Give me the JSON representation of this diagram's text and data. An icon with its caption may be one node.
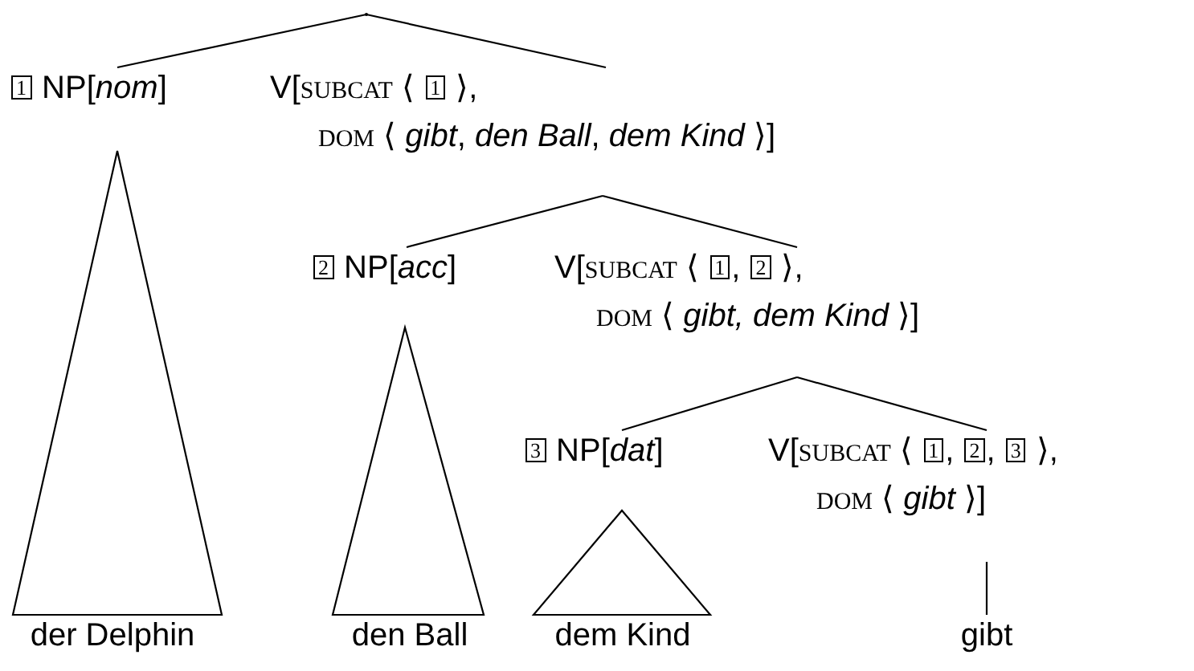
{
  "diagram": {
    "nodes": [
      {
        "text": [],
        "shape": "point"
      },
      {
        "text": [
          "1 NP[*nom*]"
        ]
      },
      {
        "text": [
          "V[SUBCAT ⟨ 1 ⟩,",
          "DOM ⟨ *gibt*, *den Ball*, *dem Kind* ⟩]"
        ]
      },
      {
        "text": [
          "2 NP[*acc*]"
        ]
      },
      {
        "text": [
          "V[SUBCAT ⟨ 1, 2 ⟩,",
          "DOM ⟨ *gibt, dem Kind* ⟩]"
        ]
      },
      {
        "text": [
          "3 NP[*dat*]"
        ]
      },
      {
        "text": [
          "V[SUBCAT ⟨ 1, 2, 3 ⟩,",
          "DOM ⟨ *gibt* ⟩]"
        ]
      },
      {
        "text": [
          "der Delphin"
        ]
      },
      {
        "text": [
          "den Ball"
        ]
      },
      {
        "text": [
          "dem Kind"
        ]
      },
      {
        "text": [
          "gibt"
        ]
      }
    ],
    "edges": [
      {
        "from": 0,
        "to": 1,
        "arrow": "none"
      },
      {
        "from": 0,
        "to": 2,
        "arrow": "none"
      },
      {
        "from": 2,
        "to": 3,
        "arrow": "none"
      },
      {
        "from": 2,
        "to": 4,
        "arrow": "none"
      },
      {
        "from": 4,
        "to": 5,
        "arrow": "none"
      },
      {
        "from": 4,
        "to": 6,
        "arrow": "none"
      },
      {
        "from": 1,
        "to": 7,
        "arrow": "none"
      },
      {
        "from": 3,
        "to": 8,
        "arrow": "none"
      },
      {
        "from": 5,
        "to": 9,
        "arrow": "none"
      },
      {
        "from": 6,
        "to": 10,
        "arrow": "none"
      }
    ]
  }
}
